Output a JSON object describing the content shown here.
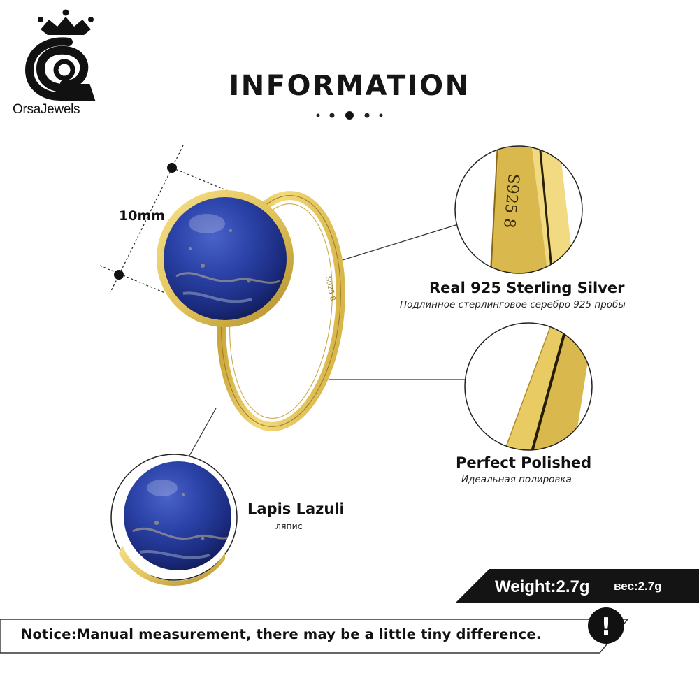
{
  "brand": {
    "name": "OrsaJewels",
    "logo_letter": "O"
  },
  "header": {
    "title": "INFORMATION"
  },
  "dimension": {
    "label": "10mm"
  },
  "engraving": {
    "ring_mark": "S925 8",
    "zoom_mark": "S925 8"
  },
  "features": [
    {
      "title": "Real 925  Sterling  Silver",
      "subtitle": "Подлинное стерлинговое серебро 925 пробы"
    },
    {
      "title": "Perfect  Polished",
      "subtitle": "Идеальная полировка"
    },
    {
      "title": "Lapis Lazuli",
      "subtitle": "ляпис"
    }
  ],
  "weight": {
    "label": "Weight:2.7g",
    "label_ru": "вес:2.7g"
  },
  "notice": {
    "text": "Notice:Manual measurement, there may be a little tiny difference.",
    "icon_glyph": "!"
  },
  "colors": {
    "gold": "#e2c45c",
    "gold_dark": "#b08d2a",
    "lapis": "#243a9a",
    "banner": "#141414"
  }
}
